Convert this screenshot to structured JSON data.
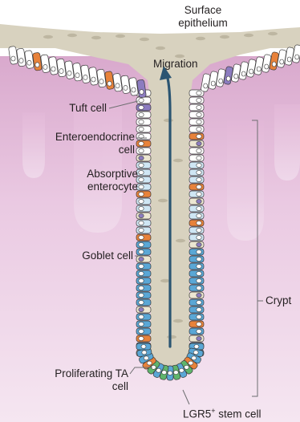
{
  "labels": {
    "surface_epithelium_line1": "Surface",
    "surface_epithelium_line2": "epithelium",
    "migration": "Migration",
    "tuft_cell": "Tuft cell",
    "enteroendocrine_line1": "Enteroendocrine",
    "enteroendocrine_line2": "cell",
    "absorptive_line1": "Absorptive",
    "absorptive_line2": "enterocyte",
    "goblet_cell": "Goblet cell",
    "proliferating_line1": "Proliferating TA",
    "proliferating_line2": "cell",
    "stem_cell_prefix": "LGR5",
    "stem_cell_superscript": "+",
    "stem_cell_suffix": " stem cell",
    "crypt": "Crypt"
  },
  "colors": {
    "tissue": "#e6bfdc",
    "tissue_dark": "#d8a4cb",
    "lumen": "#d6d0bd",
    "cell_white": "#ffffff",
    "cell_light_blue": "#cfe6f4",
    "cell_blue": "#5aa7d6",
    "enteroendocrine_orange": "#e8823a",
    "stem_green": "#5fb56c",
    "tuft_purple": "#8c7cc0",
    "arrow": "#2b5572",
    "bracket": "#6d6e70"
  }
}
